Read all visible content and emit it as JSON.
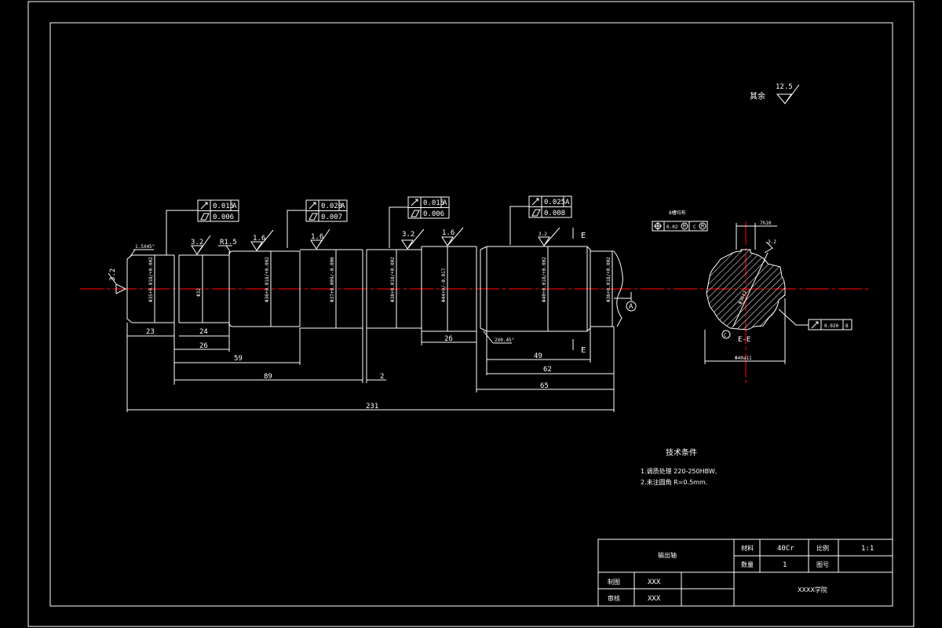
{
  "surface_note": {
    "label": "其余",
    "roughness": "12.5"
  },
  "tolerances": {
    "f1": {
      "runout": "0.015",
      "datum": "A",
      "cyl": "0.006"
    },
    "f2": {
      "runout": "0.020",
      "datum": "A",
      "cyl": "0.007"
    },
    "f3": {
      "runout": "0.015",
      "datum": "A",
      "cyl": "0.006"
    },
    "f4": {
      "runout": "0.025",
      "datum": "A",
      "cyl": "0.008"
    }
  },
  "roughness_marks": {
    "left_end": "3.2",
    "r1": "3.2",
    "r2": "1.6",
    "r3": "1.6",
    "r4": "3.2",
    "r5": "1.6",
    "r6": "3.2"
  },
  "fillet": "R1.5",
  "chamfer_left": "1.5X45°",
  "chamfer_right": "2X0.45°",
  "diameters": [
    "Φ35+0.018/+0.002",
    "Φ32",
    "Φ36+0.018/+0.002",
    "Φ37+0.009/-0.006",
    "Φ38+0.018/+0.002",
    "Φ44+0/-0.017",
    "Φ40+0.018/+0.002",
    "Φ36+0.018/+0.002"
  ],
  "dimensions": {
    "d23": "23",
    "d24": "24",
    "d26a": "26",
    "d59": "59",
    "d89": "89",
    "d2": "2",
    "d26b": "26",
    "d49": "49",
    "d62": "62",
    "d65": "65",
    "d231": "231"
  },
  "section": {
    "marker": "E",
    "label": "E-E",
    "spline_note": "8槽均布",
    "position_tol": "0.02",
    "mod1": "M",
    "mod2": "M",
    "width": "7h10",
    "inner_dia": "Φ36f7",
    "outer_dia": "Φ40a11",
    "runout": "0.020",
    "datum": "B",
    "circle_label": "C",
    "rough": "3.2"
  },
  "datum_a": "A",
  "tech": {
    "title": "技术条件",
    "line1": "1.调质处理  220-250HBW,",
    "line2": "2.未注圆角  R=0.5mm."
  },
  "title_block": {
    "part_name": "输出轴",
    "material_label": "材料",
    "material": "40Cr",
    "scale_label": "比例",
    "scale": "1:1",
    "qty_label": "数量",
    "qty": "1",
    "drawing_no_label": "图号",
    "drawn_label": "制图",
    "drawn": "XXX",
    "checked_label": "审核",
    "checked": "XXX",
    "school": "XXXX学院"
  }
}
